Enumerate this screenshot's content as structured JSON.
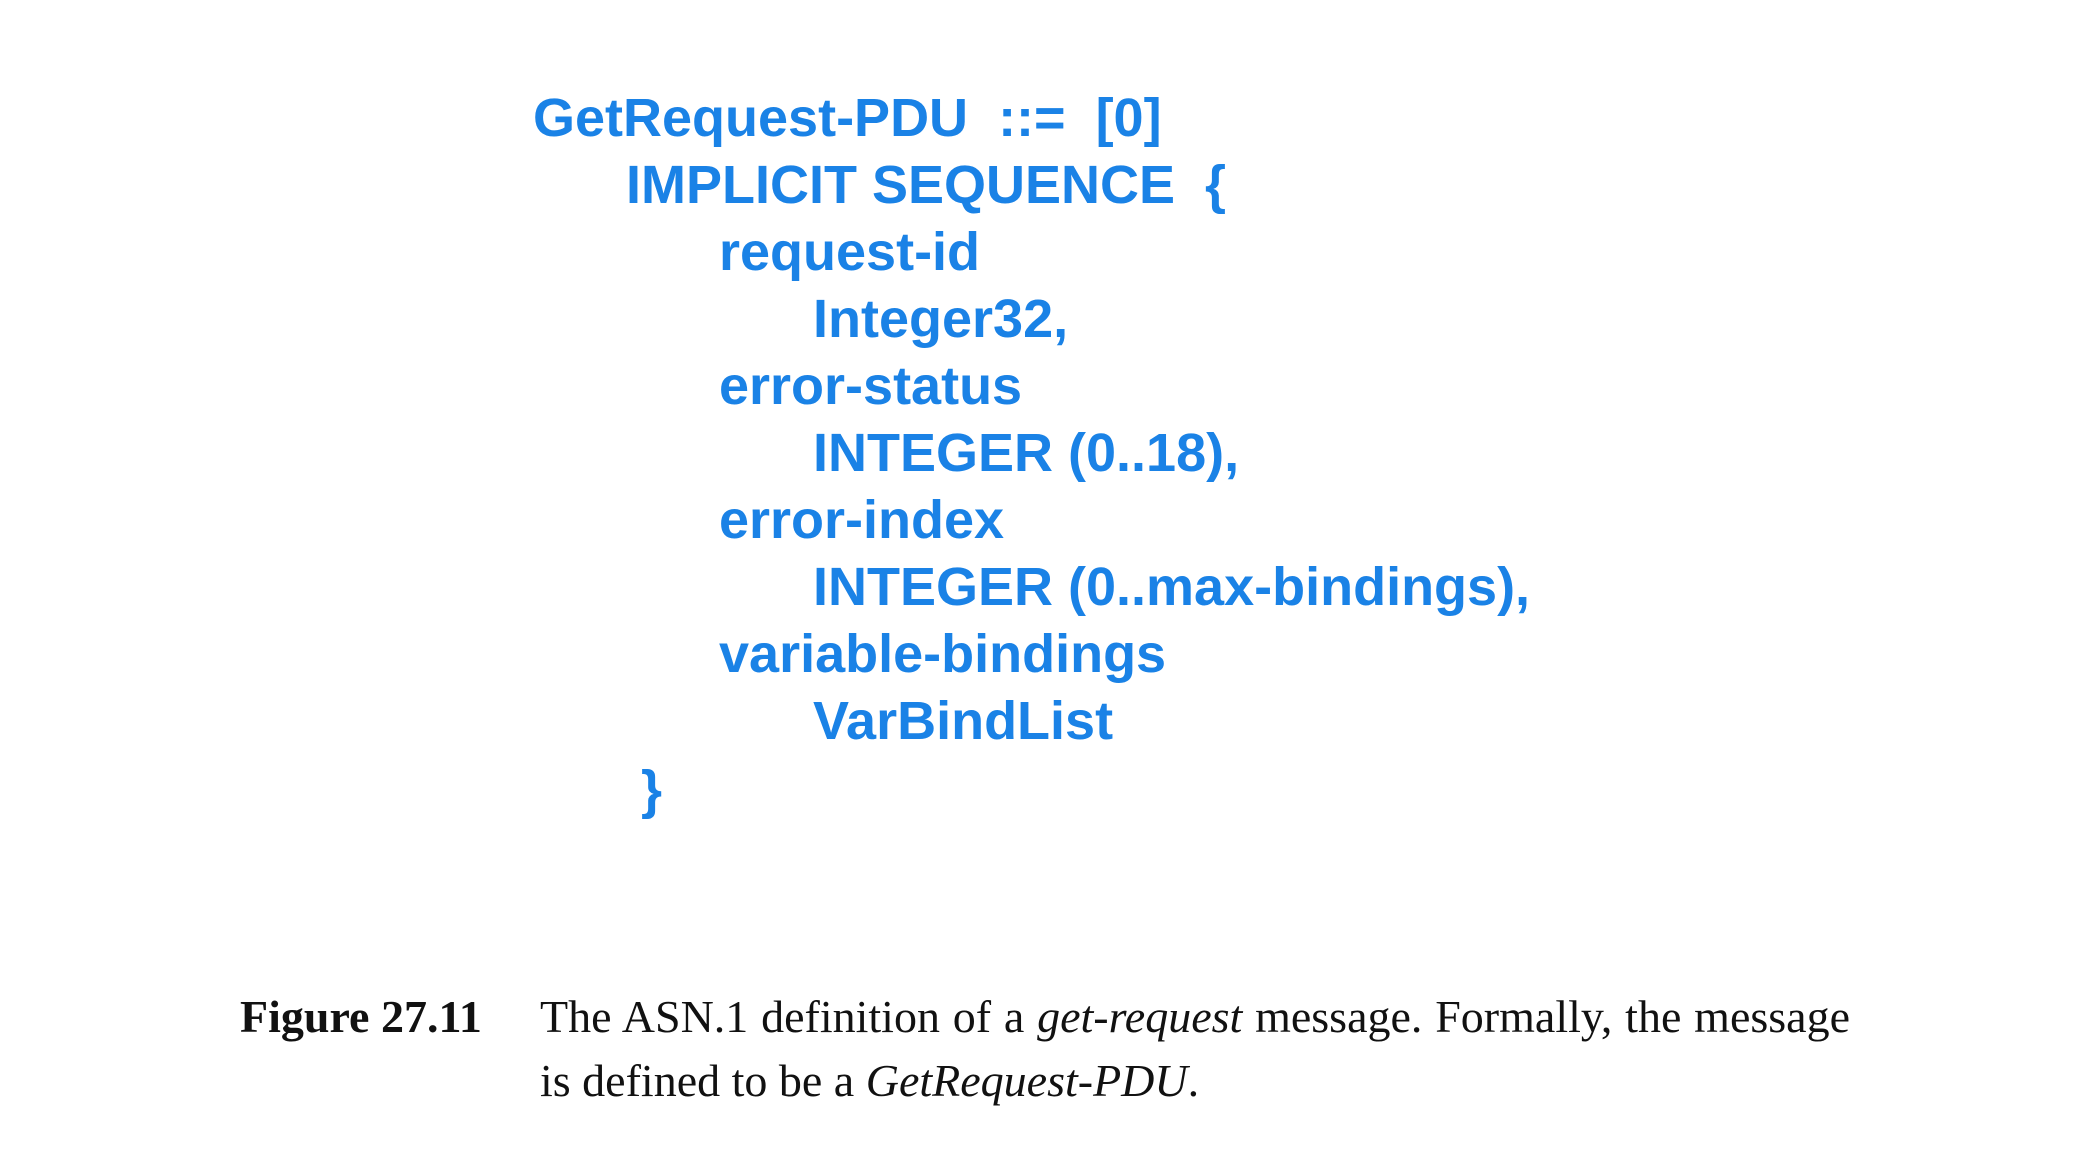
{
  "code": {
    "color": "#1a82e6",
    "lines": [
      "GetRequest-PDU  ::=  [0]",
      "IMPLICIT SEQUENCE  {",
      "request-id",
      "Integer32,",
      "error-status",
      "INTEGER (0..18),",
      "error-index",
      "INTEGER (0..max-bindings),",
      "variable-bindings",
      "VarBindList",
      "}"
    ]
  },
  "caption": {
    "label": "Figure 27.11",
    "part1": "The ASN.1 definition of a ",
    "em1": "get-request",
    "part2": " message.  Formally, the message is defined to be a ",
    "em2": "GetRequest-PDU",
    "part3": "."
  }
}
